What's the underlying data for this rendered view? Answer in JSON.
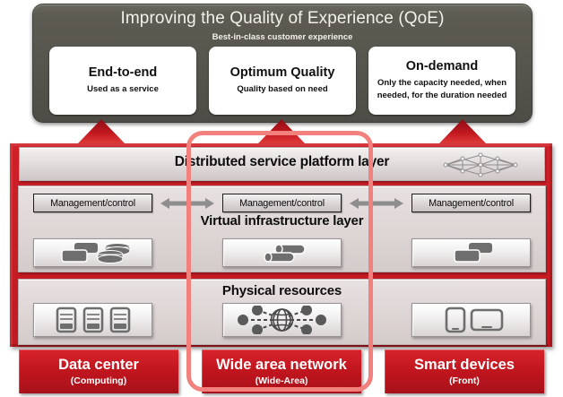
{
  "top_panel": {
    "title": "Improving the Quality of Experience (QoE)",
    "subtitle": "Best-in-class customer experience",
    "cards": [
      {
        "title": "End-to-end",
        "desc": "Used as a service"
      },
      {
        "title": "Optimum Quality",
        "desc": "Quality based on need"
      },
      {
        "title": "On-demand",
        "desc": "Only the capacity needed, when needed, for the duration needed"
      }
    ]
  },
  "stack": {
    "platform_layer_label": "Distributed service platform layer",
    "platform_mesh_icon": "network-mesh-icon",
    "virtual_layer_label": "Virtual infrastructure layer",
    "physical_layer_label": "Physical resources",
    "management_chips": [
      "Management/control",
      "Management/control",
      "Management/control"
    ],
    "virtual_icons": [
      "server-and-database-icon",
      "virtual-links-icon",
      "virtual-machines-icon"
    ],
    "physical_icons": [
      "server-racks-icon",
      "globe-network-icon",
      "phone-and-tablet-icon"
    ],
    "arrows": [
      "double-headed-arrow",
      "double-headed-arrow"
    ],
    "up_arrows": [
      "red-up-arrow",
      "red-up-arrow",
      "red-up-arrow"
    ]
  },
  "columns": [
    {
      "title": "Data center",
      "sub": "(Computing)"
    },
    {
      "title": "Wide area network",
      "sub": "(Wide-Area)"
    },
    {
      "title": "Smart devices",
      "sub": "(Front)"
    }
  ],
  "highlight": {
    "name": "wide-area-network-highlight",
    "color": "#f2817e"
  },
  "colors": {
    "panel_gray": "#55544c",
    "brand_red": "#c2161f",
    "layer_gray": "#ded5d5",
    "highlight_pink": "#f2817e"
  }
}
